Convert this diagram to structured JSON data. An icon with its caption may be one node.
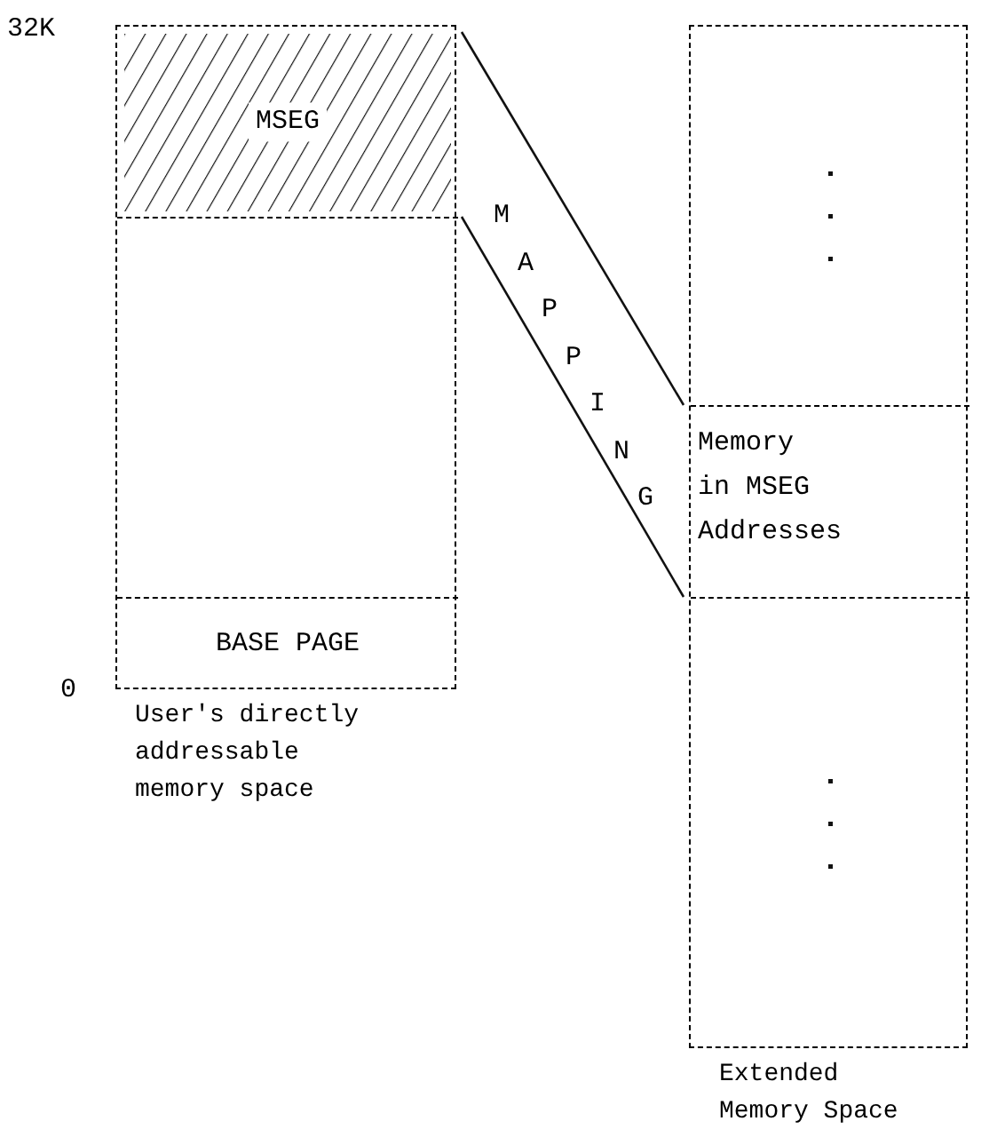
{
  "diagram": {
    "nodes": [
      {
        "text": [],
        "shape": "box",
        "beside": [
          "User's directly addressable memory space"
        ]
      },
      {
        "text": [
          "MSEG"
        ],
        "in": 0
      },
      {
        "text": [],
        "shape": "box",
        "in": 0
      },
      {
        "text": [
          "BASE PAGE"
        ],
        "in": 0
      },
      {
        "text": [],
        "shape": "box",
        "beside": [
          "Extended Memory Space"
        ]
      },
      {
        "text": [],
        "shape": "box",
        "in": 4
      },
      {
        "text": [
          "Memory in MSEG Addresses"
        ],
        "in": 4
      },
      {
        "text": [],
        "shape": "box",
        "in": 4
      }
    ],
    "edges": [
      {
        "from": 1,
        "to": 6,
        "arrow": "none"
      },
      {
        "from": 1,
        "to": 6,
        "arrow": "none"
      }
    ],
    "labels": [
      "32K",
      "0",
      "MAPPING"
    ]
  }
}
